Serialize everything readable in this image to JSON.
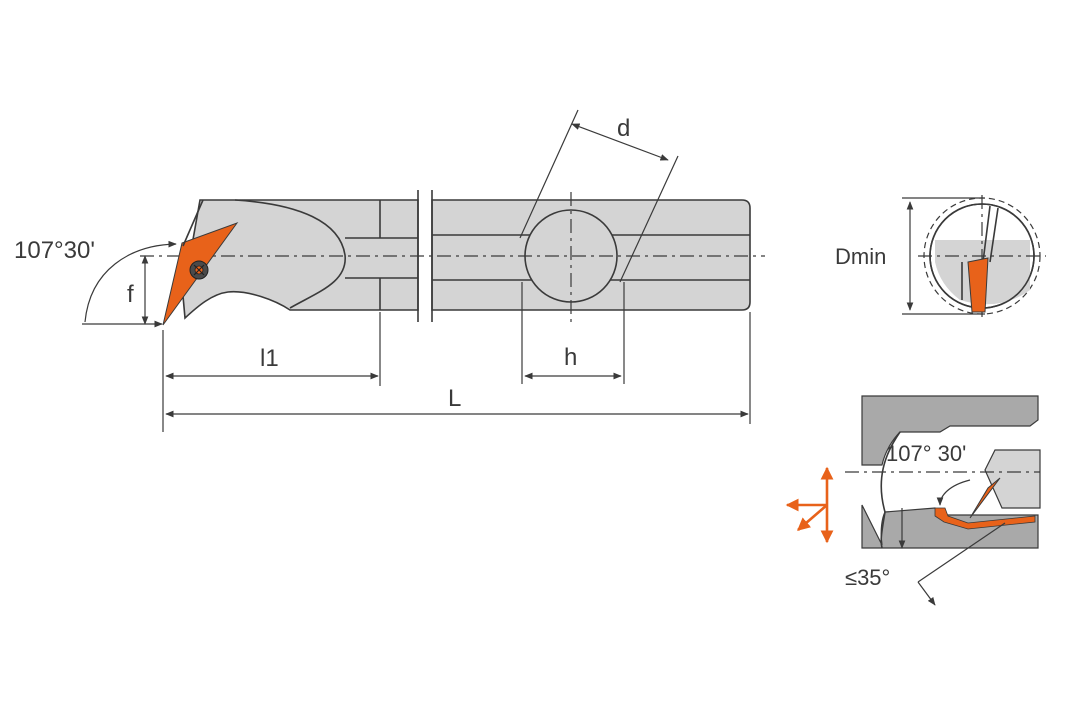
{
  "labels": {
    "angle_main": "107°30'",
    "f": "f",
    "l1": "l1",
    "L": "L",
    "d": "d",
    "h": "h",
    "dmin": "Dmin",
    "angle_detail": "107° 30'",
    "max_angle": "≤35°"
  },
  "colors": {
    "insert": "#e8621a",
    "body": "#d4d4d4",
    "workpiece": "#a9a9a9",
    "line": "#3a3a3a"
  }
}
